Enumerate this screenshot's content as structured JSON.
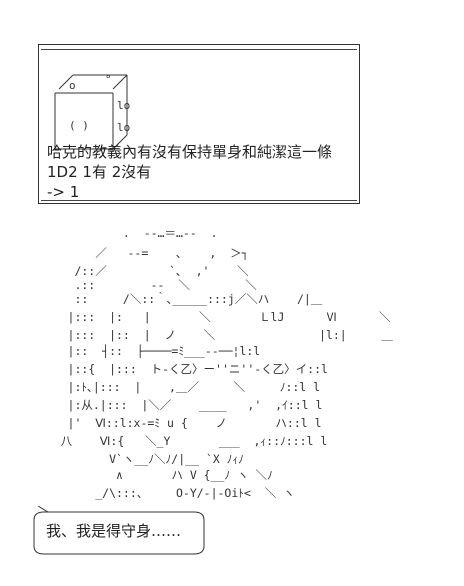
{
  "dice": {
    "line1": "哈克的教義內有沒有保持單身和純潔這一條",
    "line2": "1D2 1有 2沒有",
    "line3": "-> 1"
  },
  "speech": {
    "text": "我、我是得守身……"
  },
  "art": {
    "lines": [
      "              .  -‐…＝…‐-  .",
      "          ／   --=    ､    ,  ＞┐",
      "       /::／         `､  ,'    ＼",
      "       .::        --  ＼        ＼",
      "       ::     /＼::｀､_____:::j／＼ハ    /|＿",
      "      |:::  |:   |       ＼       ＬlJ      Ⅵ      ＼",
      "      |:::  |::  |  ノ    ＼               |l:|     ＿",
      "      |::  ┤::  ├────=ﾐ___--──¦l:l",
      "      |::{  |:::  ト‐く乙〉ー''ニ''‐く乙〉イ::l",
      "      |:ﾄ､|:::  |    ,＿／     ＼     ﾉ::l l",
      "      |:从.|:::  |＼／    ____   ,'  ,ｲ::l l",
      "      |'  Ⅵ::l:x-=ﾐ u {    ノ       ハ::l l",
      "     八    Ⅵ:{   ＼_Y       ___  ,ｨ::ﾉ:::l l",
      "            V`ヽ__ﾉ＼ﾉ/|__ `X ﾉｨﾉ",
      "             ∧       ハ V {__ﾉ ヽ ＼ﾉ",
      "          _/\\:::、    O-Y/-|-Oiﾄ<  ＼ ヽ"
    ]
  },
  "colors": {
    "ink": "#222222",
    "background": "#ffffff"
  }
}
